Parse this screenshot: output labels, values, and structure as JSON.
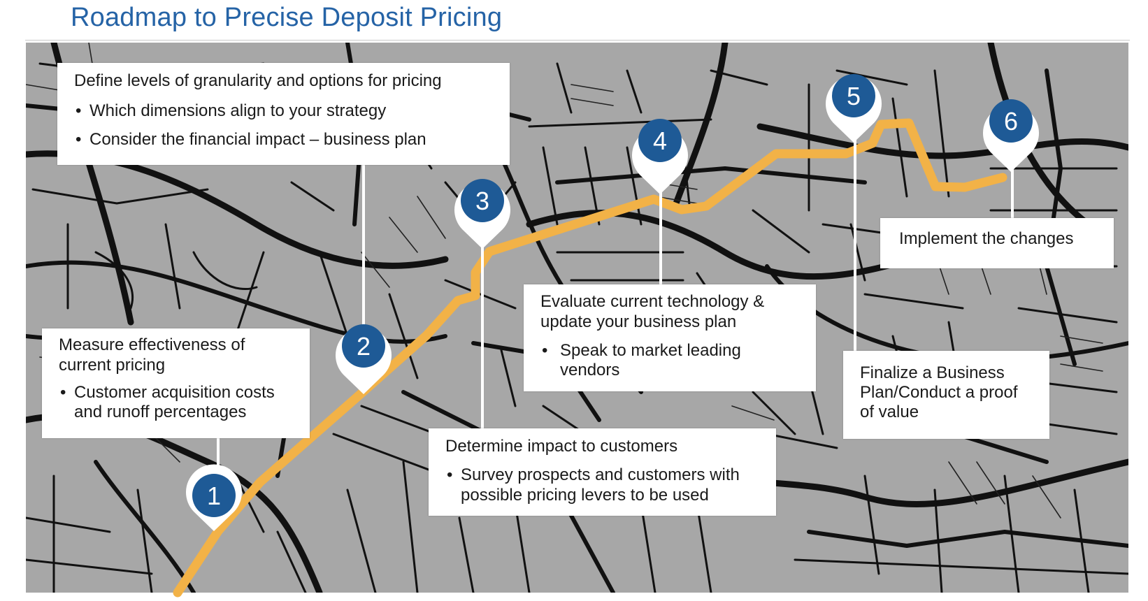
{
  "title": "Roadmap to Precise Deposit Pricing",
  "colors": {
    "title": "#2563a6",
    "route": "#f2b247",
    "pin": "#1e5a96",
    "map_bg": "#a7a7a7",
    "roads": "#111111"
  },
  "steps": [
    {
      "number": "1",
      "heading": "Measure effectiveness of current pricing",
      "bullets": [
        "Customer acquisition costs and runoff percentages"
      ]
    },
    {
      "number": "2",
      "heading": "Define levels of granularity and options for pricing",
      "bullets": [
        "Which dimensions align to your strategy",
        "Consider the financial impact – business plan"
      ]
    },
    {
      "number": "3",
      "heading": "Determine impact to customers",
      "bullets": [
        "Survey prospects and customers with possible pricing levers to be used"
      ]
    },
    {
      "number": "4",
      "heading": "Evaluate current technology & update your business plan",
      "bullets": [
        "Speak to market leading vendors"
      ]
    },
    {
      "number": "5",
      "heading": "Finalize a Business Plan/Conduct a proof of value",
      "bullets": []
    },
    {
      "number": "6",
      "heading": "Implement the changes",
      "bullets": []
    }
  ]
}
